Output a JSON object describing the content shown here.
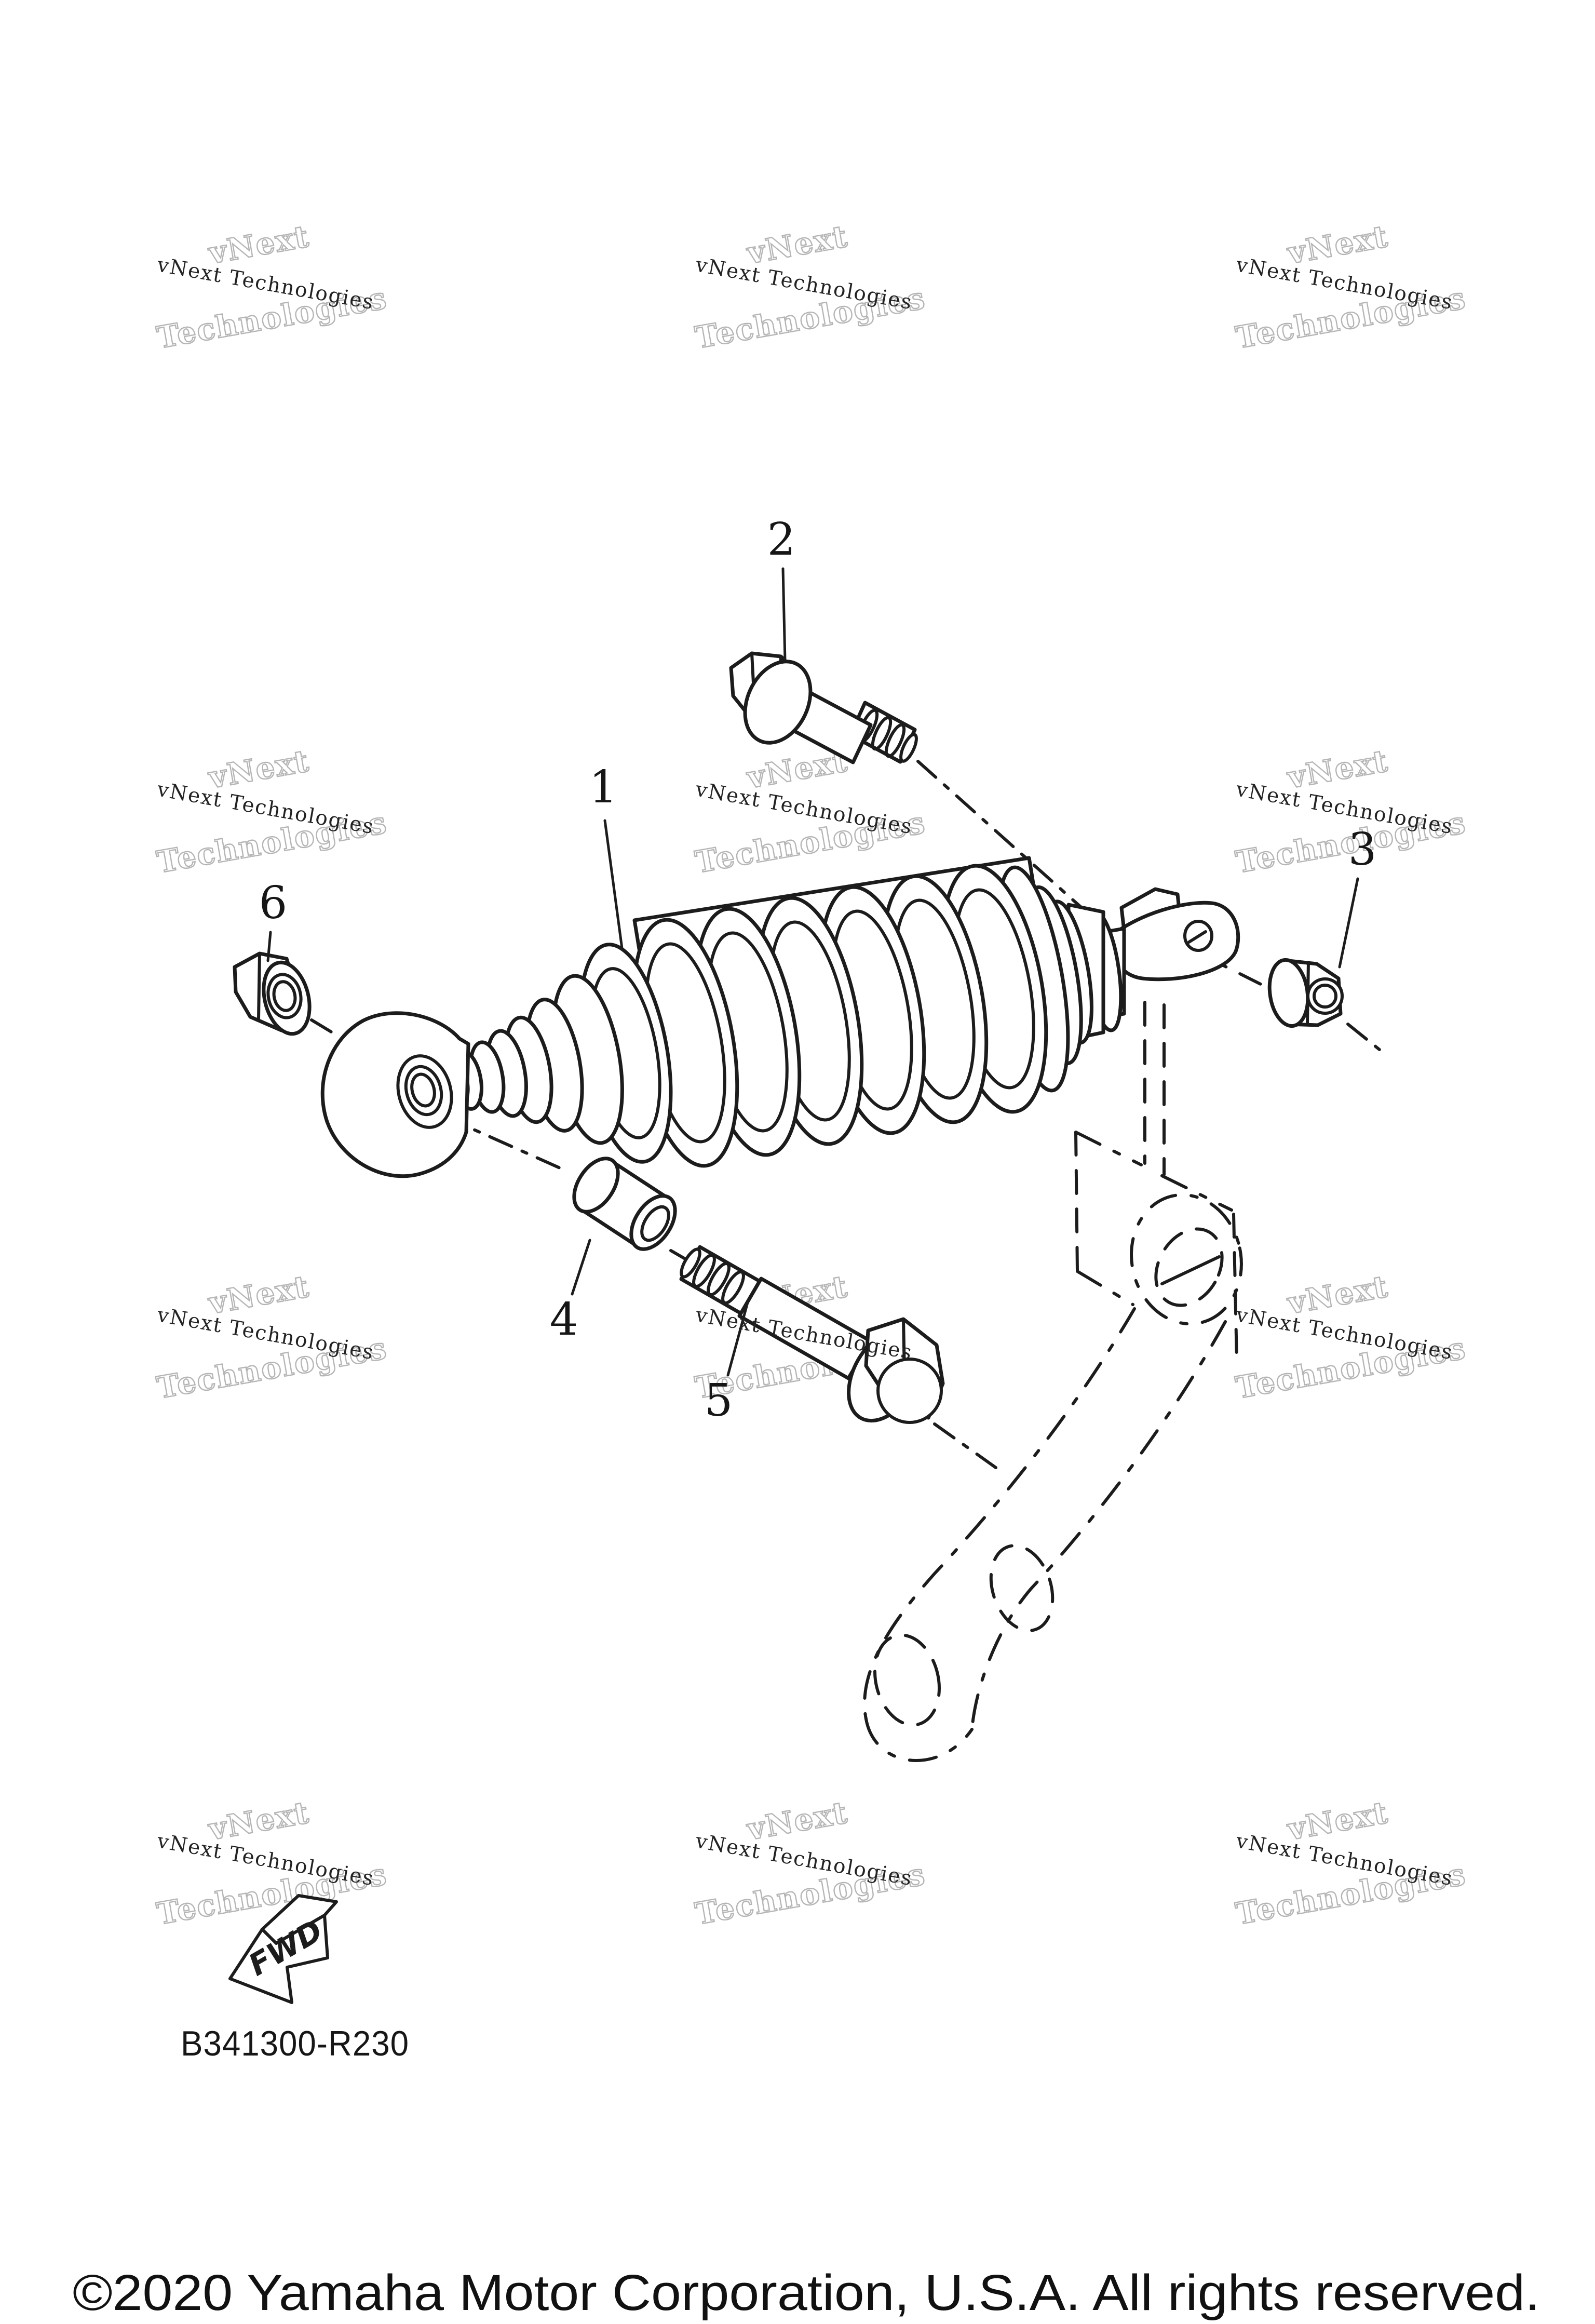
{
  "diagram": {
    "code": "B341300-R230",
    "fwd_label": "FWD",
    "copyright": "©2020 Yamaha Motor Corporation, U.S.A. All rights reserved."
  },
  "callouts": [
    {
      "ref": "1"
    },
    {
      "ref": "2"
    },
    {
      "ref": "3"
    },
    {
      "ref": "4"
    },
    {
      "ref": "5"
    },
    {
      "ref": "6"
    }
  ],
  "watermark": {
    "outline_line1": "vNext",
    "outline_line2": "Technologies",
    "serif": "vNext Technologies"
  },
  "colors": {
    "line": "#1c1c1c",
    "background": "#ffffff",
    "watermark_outline": "#b5b5b5",
    "watermark_serif": "#222222"
  }
}
